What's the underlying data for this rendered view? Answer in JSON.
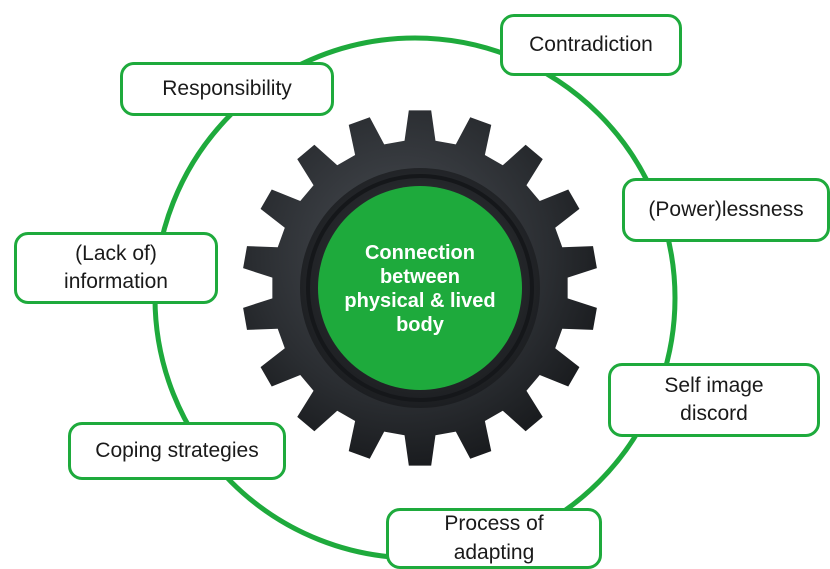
{
  "colors": {
    "accent_green": "#1eaa3c",
    "gear": "#2a2d31",
    "box_text": "#1a1a1a",
    "center_text": "#ffffff"
  },
  "center": {
    "label": "Connection\nbetween\nphysical & lived\nbody"
  },
  "nodes": {
    "responsibility": "Responsibility",
    "contradiction": "Contradiction",
    "powerlessness": "(Power)lessness",
    "lack_of_information": "(Lack of)\ninformation",
    "self_image_discord": "Self image\ndiscord",
    "coping_strategies": "Coping strategies",
    "process_of_adapting": "Process of\nadapting"
  }
}
